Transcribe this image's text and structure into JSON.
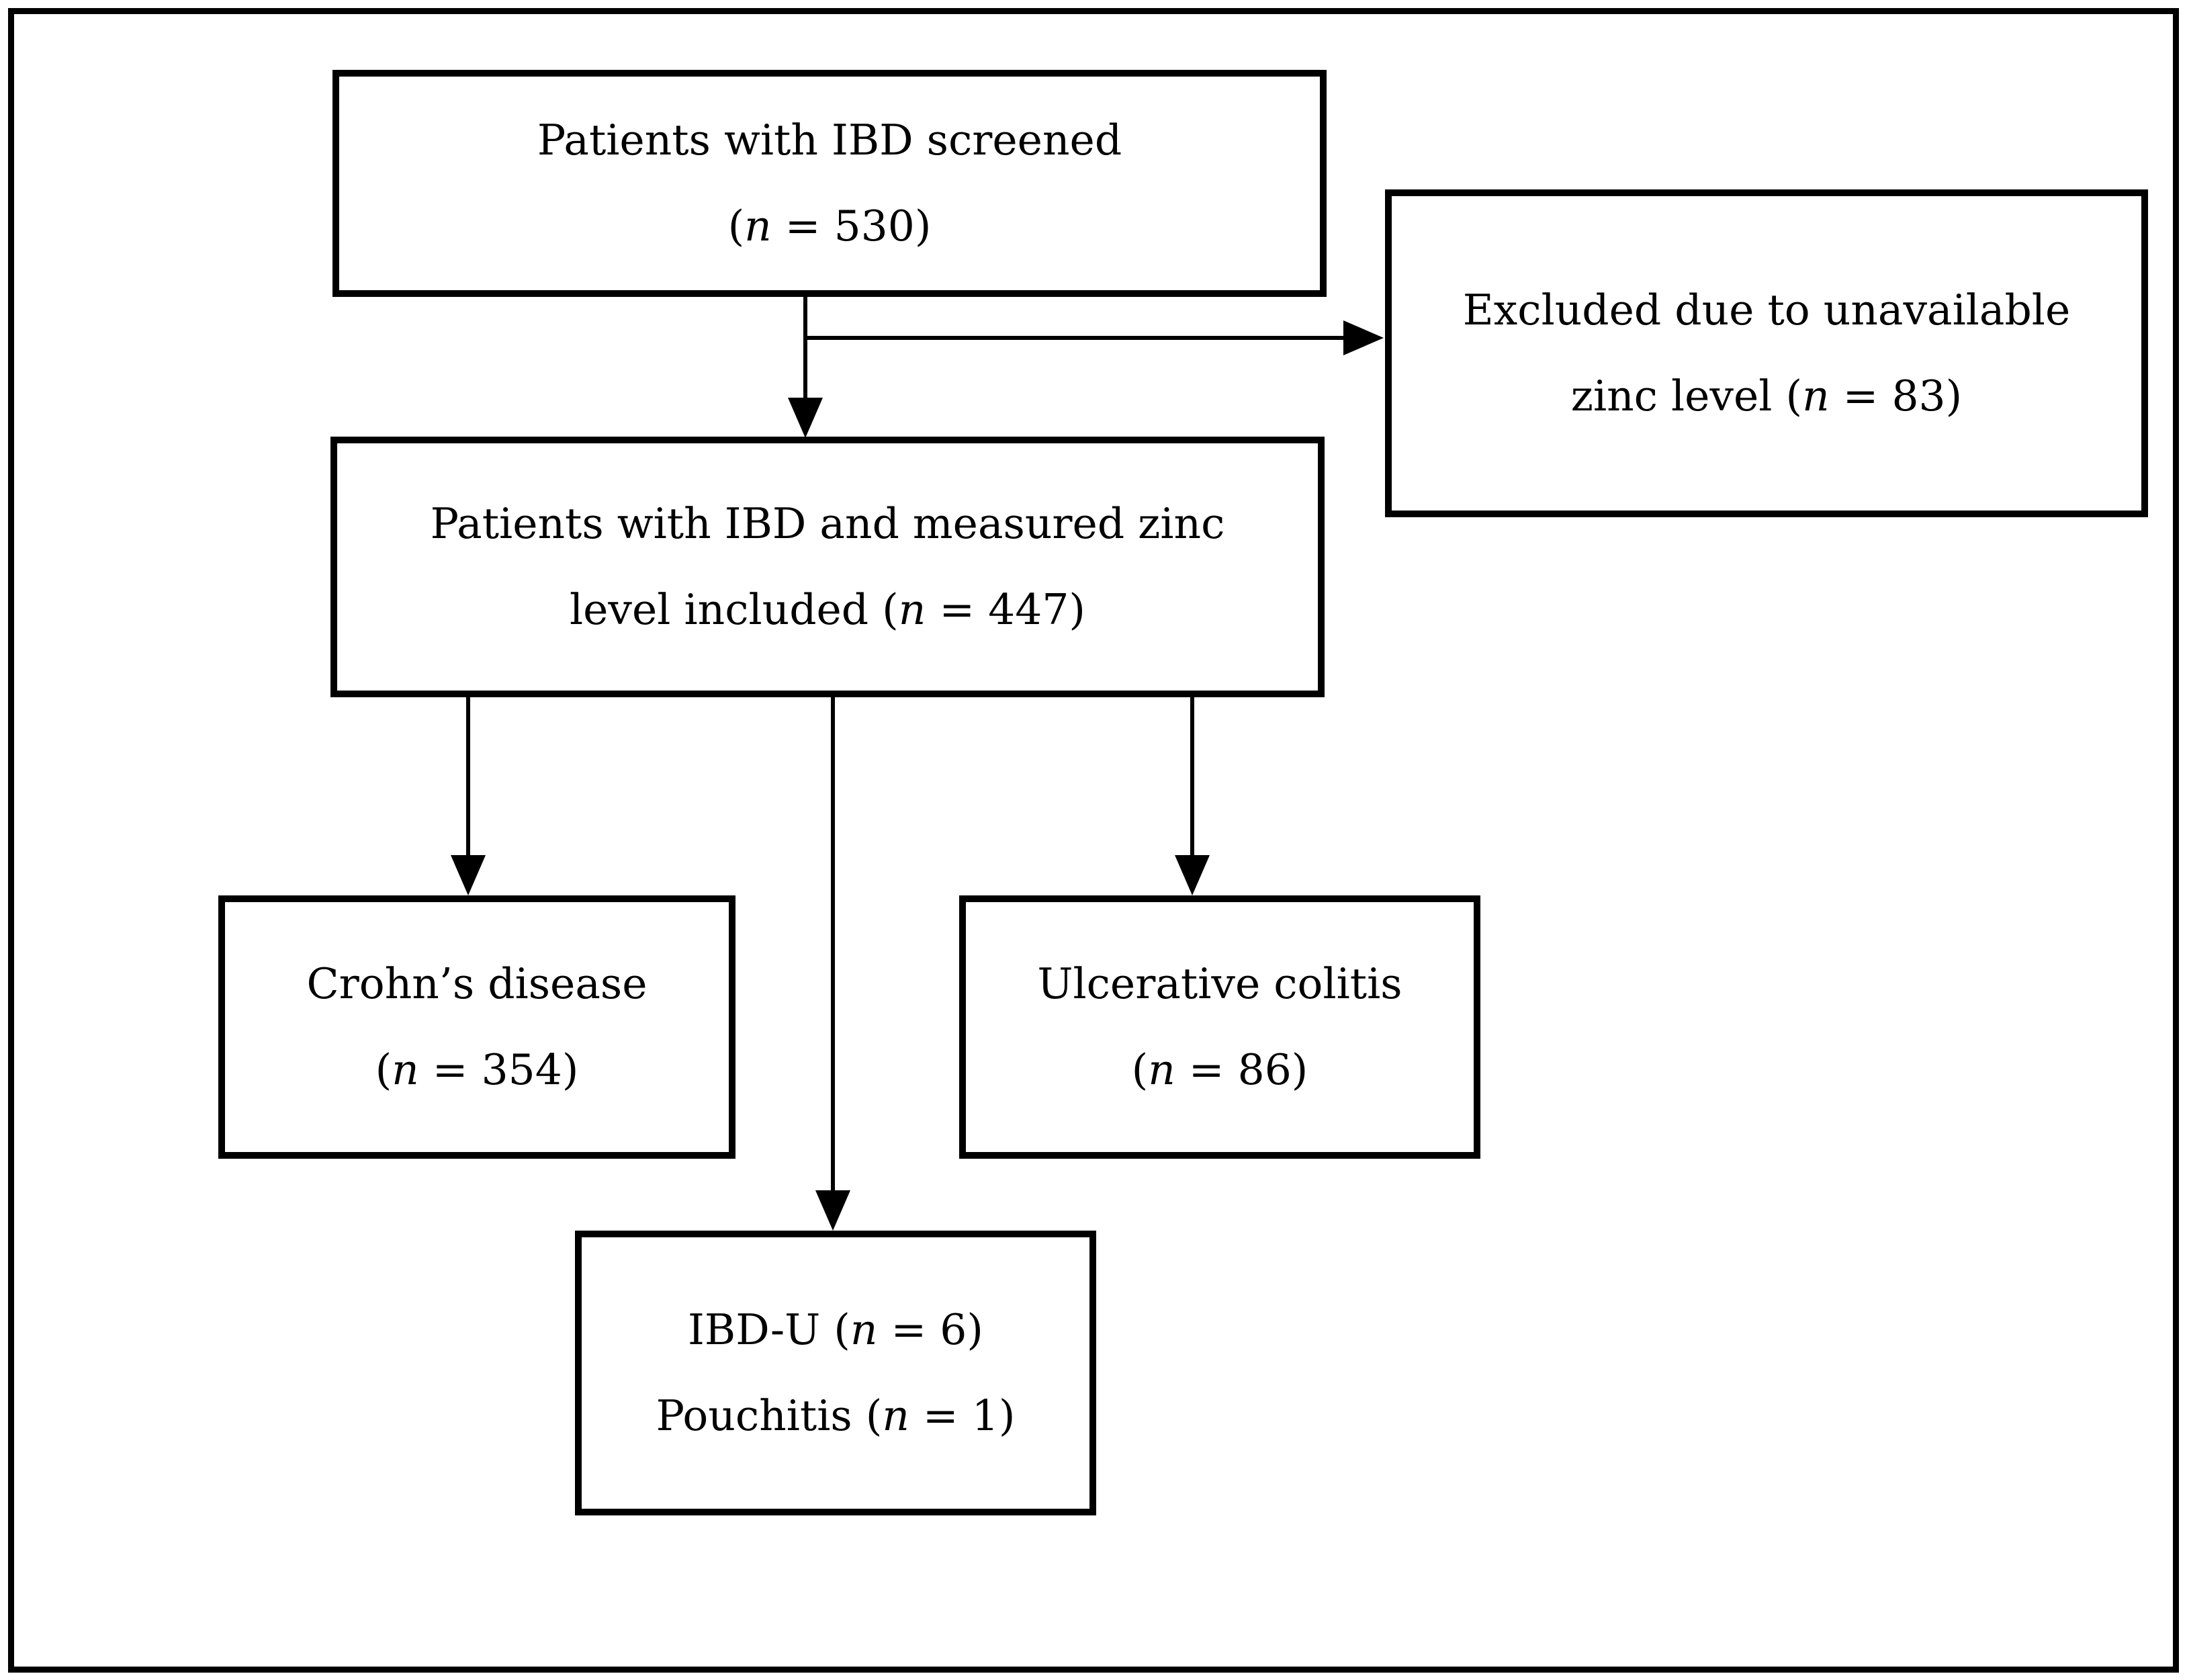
{
  "diagram": {
    "boxes": {
      "screened": {
        "line1": "Patients with IBD screened",
        "line2_open": "(",
        "line2_var": "n",
        "line2_rest": " = 530)"
      },
      "excluded": {
        "line1": "Excluded due to unavailable",
        "line2_pre": "zinc level (",
        "line2_var": "n",
        "line2_rest": " = 83)"
      },
      "included": {
        "line1": "Patients with IBD and measured zinc",
        "line2_pre": "level included (",
        "line2_var": "n",
        "line2_rest": " = 447)"
      },
      "crohns": {
        "line1": "Crohn’s disease",
        "line2_open": "(",
        "line2_var": "n",
        "line2_rest": " = 354)"
      },
      "ulcerative": {
        "line1": "Ulcerative colitis",
        "line2_open": "(",
        "line2_var": "n",
        "line2_rest": " = 86)"
      },
      "ibdu": {
        "line1_pre": "IBD-U (",
        "line1_var": "n",
        "line1_rest": " = 6)",
        "line2_pre": "Pouchitis (",
        "line2_var": "n",
        "line2_rest": " = 1)"
      }
    },
    "counts": {
      "screened": 530,
      "excluded_unavailable_zinc": 83,
      "included": 447,
      "crohns_disease": 354,
      "ulcerative_colitis": 86,
      "ibd_u": 6,
      "pouchitis": 1
    },
    "colors": {
      "line": "#000000",
      "background": "#ffffff"
    }
  }
}
